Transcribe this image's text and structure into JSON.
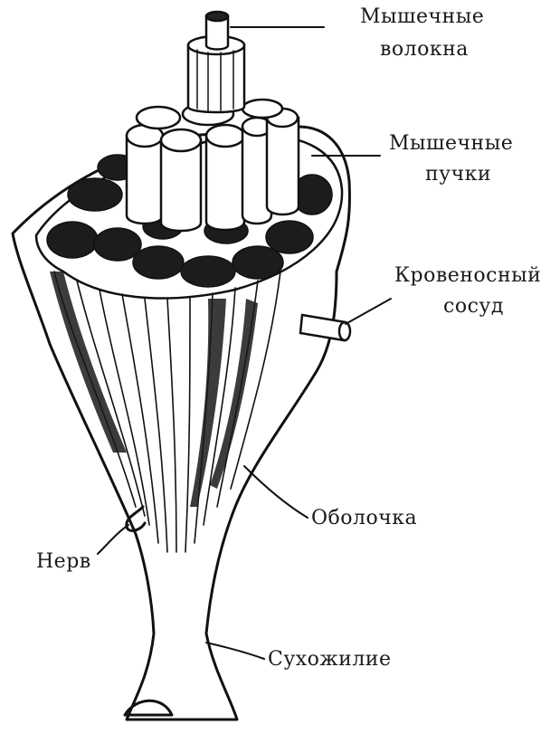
{
  "labels": {
    "fibers_line1": "Мышечные",
    "fibers_line2": "волокна",
    "bundles_line1": "Мышечные",
    "bundles_line2": "пучки",
    "vessel_line1": "Кровеносный",
    "vessel_line2": "сосуд",
    "sheath": "Оболочка",
    "nerve": "Нерв",
    "tendon": "Сухожилие"
  }
}
